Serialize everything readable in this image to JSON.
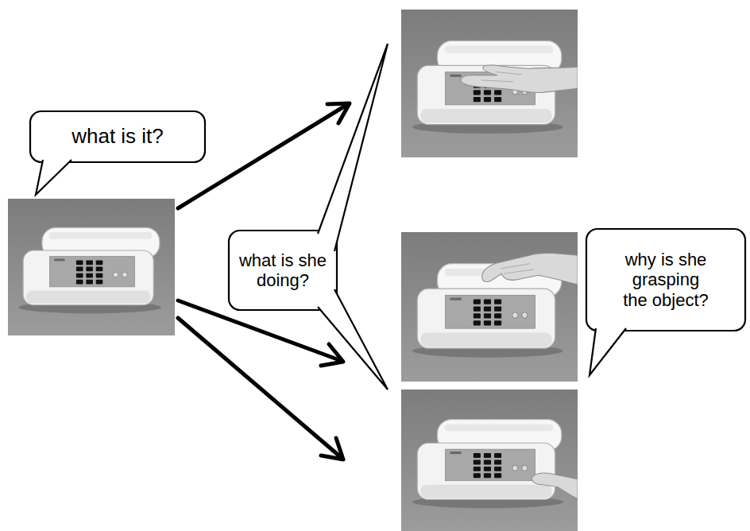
{
  "diagram": {
    "nodes": [
      {
        "text": [
          "what is it?"
        ]
      },
      {
        "text": [
          "what is she doing?"
        ]
      },
      {
        "text": [
          "why is she grasping the object?"
        ]
      }
    ]
  }
}
